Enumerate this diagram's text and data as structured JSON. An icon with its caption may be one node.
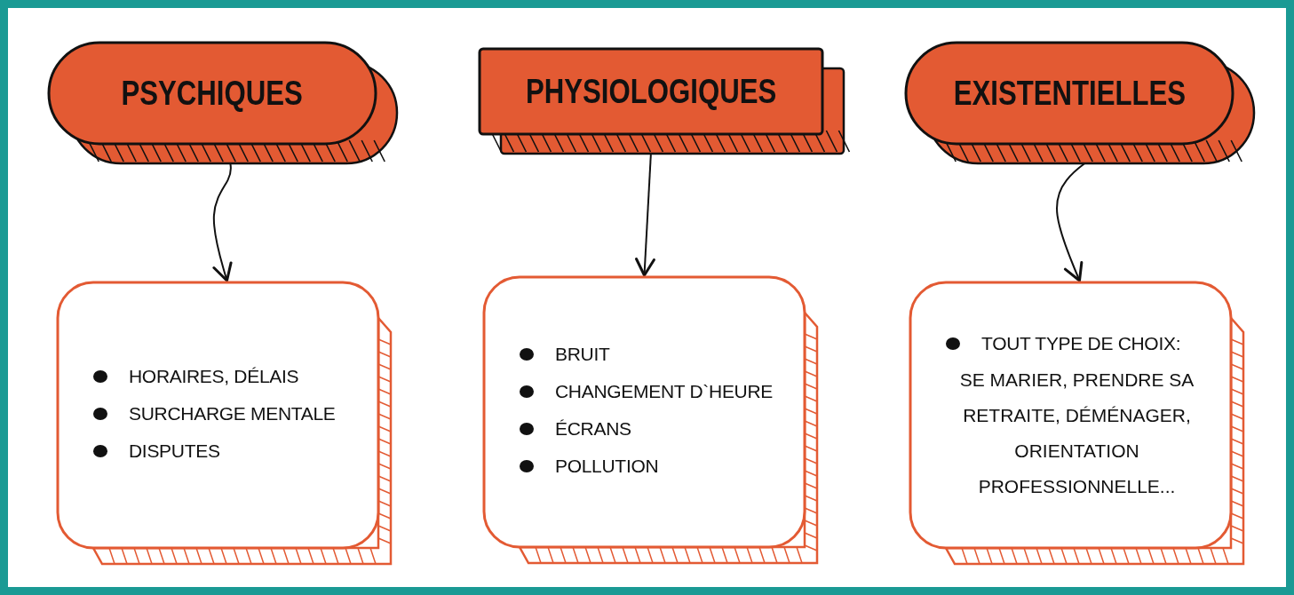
{
  "diagram": {
    "nodes": [
      {
        "text": [
          "PSYCHIQUES"
        ]
      },
      {
        "text": [
          "PHYSIOLOGIQUES"
        ]
      },
      {
        "text": [
          "EXISTENTIELLES"
        ]
      },
      {
        "text": [
          "HORAIRES, DÉLAIS",
          "SURCHARGE MENTALE",
          "DISPUTES"
        ]
      },
      {
        "text": [
          "BRUIT",
          "CHANGEMENT D`HEURE",
          "ÉCRANS",
          "POLLUTION"
        ]
      },
      {
        "text": [
          "TOUT TYPE DE CHOIX:",
          "SE MARIER, PRENDRE SA RETRAITE, DÉMÉNAGER, ORIENTATION PROFESSIONNELLE..."
        ]
      }
    ],
    "edges": [
      {
        "from": 0,
        "to": 3,
        "arrow": "to"
      },
      {
        "from": 1,
        "to": 4,
        "arrow": "to"
      },
      {
        "from": 2,
        "to": 5,
        "arrow": "to"
      }
    ]
  }
}
